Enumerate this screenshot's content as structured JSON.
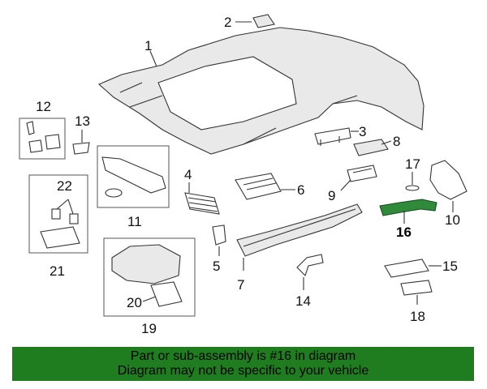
{
  "callouts": {
    "c1": "1",
    "c2": "2",
    "c3": "3",
    "c4": "4",
    "c5": "5",
    "c6": "6",
    "c7": "7",
    "c8": "8",
    "c9": "9",
    "c10": "10",
    "c11": "11",
    "c12": "12",
    "c13": "13",
    "c14": "14",
    "c15": "15",
    "c16": "16",
    "c17": "17",
    "c18": "18",
    "c19": "19",
    "c20": "20",
    "c21": "21",
    "c22": "22"
  },
  "highlighted_part": "16",
  "banner": {
    "line1": "Part or sub-assembly is #16 in diagram",
    "line2": "Diagram may not be specific to your vehicle"
  },
  "colors": {
    "highlight": "#2f8a3a",
    "banner_bg": "#1f7d1f",
    "line": "#333333"
  }
}
